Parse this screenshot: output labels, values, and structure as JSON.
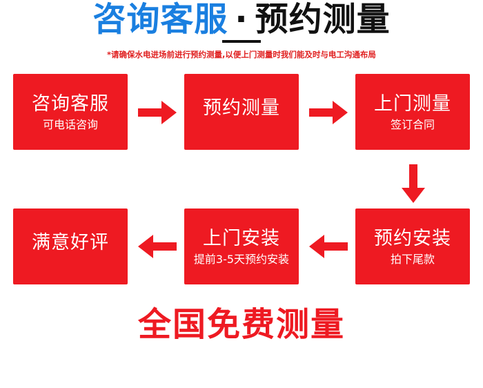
{
  "header": {
    "title_part1": "咨询客服",
    "separator": "·",
    "title_part2": "预约测量",
    "notice": "*请确保水电进场前进行预约测量,以便上门测量时我们能及时与电工沟通布局"
  },
  "steps": [
    {
      "main": "咨询客服",
      "sub": "可电话咨询"
    },
    {
      "main": "预约测量",
      "sub": ""
    },
    {
      "main": "上门测量",
      "sub": "签订合同"
    },
    {
      "main": "预约安装",
      "sub": "拍下尾款"
    },
    {
      "main": "上门安装",
      "sub": "提前3-5天预约安装"
    },
    {
      "main": "满意好评",
      "sub": ""
    }
  ],
  "footer": {
    "slogan": "全国免费测量"
  },
  "colors": {
    "box_red": "#ee1a22",
    "title_blue": "#1a7fe0",
    "notice_red": "#e02020",
    "text_dark": "#111111"
  }
}
